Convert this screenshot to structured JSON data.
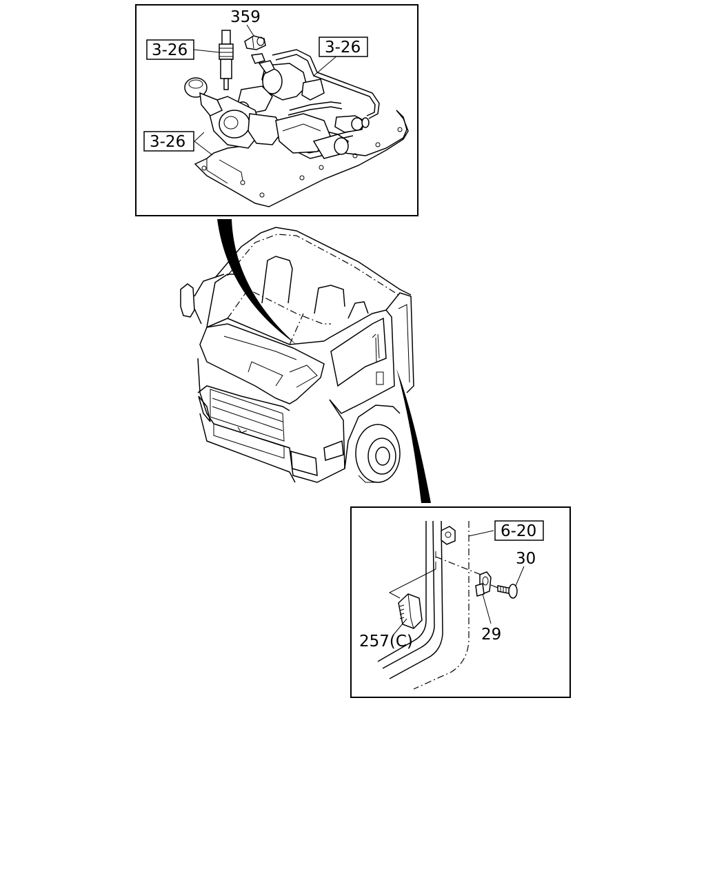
{
  "callouts": {
    "top_part": "359",
    "top_ref_left_upper": "3-26",
    "top_ref_right": "3-26",
    "top_ref_left_lower": "3-26",
    "bottom_ref": "6-20",
    "bottom_part_bolt": "30",
    "bottom_part_bracket": "29",
    "bottom_part_connector": "257(C)"
  }
}
